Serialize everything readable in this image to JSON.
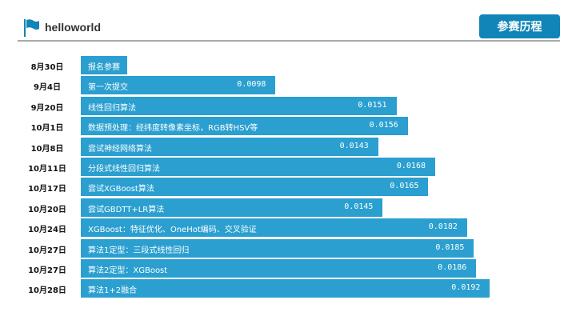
{
  "header": {
    "brand": "helloworld",
    "button": "参赛历程",
    "accent": "#1185b7"
  },
  "chart_data": {
    "type": "bar",
    "orientation": "horizontal",
    "title": "参赛历程",
    "bar_color": "#2a9fd0",
    "categories": [
      "8月30日",
      "9月4日",
      "9月20日",
      "10月1日",
      "10月8日",
      "10月11日",
      "10月17日",
      "10月20日",
      "10月24日",
      "10月27日",
      "10月27日",
      "10月28日"
    ],
    "labels": [
      "报名参赛",
      "第一次提交",
      "线性回归算法",
      "数据预处理：经纬度转像素坐标，RGB转HSV等",
      "尝试神经网络算法",
      "分段式线性回归算法",
      "尝试XGBoost算法",
      "尝试GBDTT+LR算法",
      "XGBoost：特征优化、OneHot编码、交叉验证",
      "算法1定型：三段式线性回归",
      "算法2定型：XGBoost",
      "算法1+2融合"
    ],
    "values": [
      null,
      0.0098,
      0.0151,
      0.0156,
      0.0143,
      0.0168,
      0.0165,
      0.0145,
      0.0182,
      0.0185,
      0.0186,
      0.0192
    ],
    "value_labels": [
      "",
      "0.0098",
      "0.0151",
      "0.0156",
      "0.0143",
      "0.0168",
      "0.0165",
      "0.0145",
      "0.0182",
      "0.0185",
      "0.0186",
      "0.0192"
    ]
  }
}
